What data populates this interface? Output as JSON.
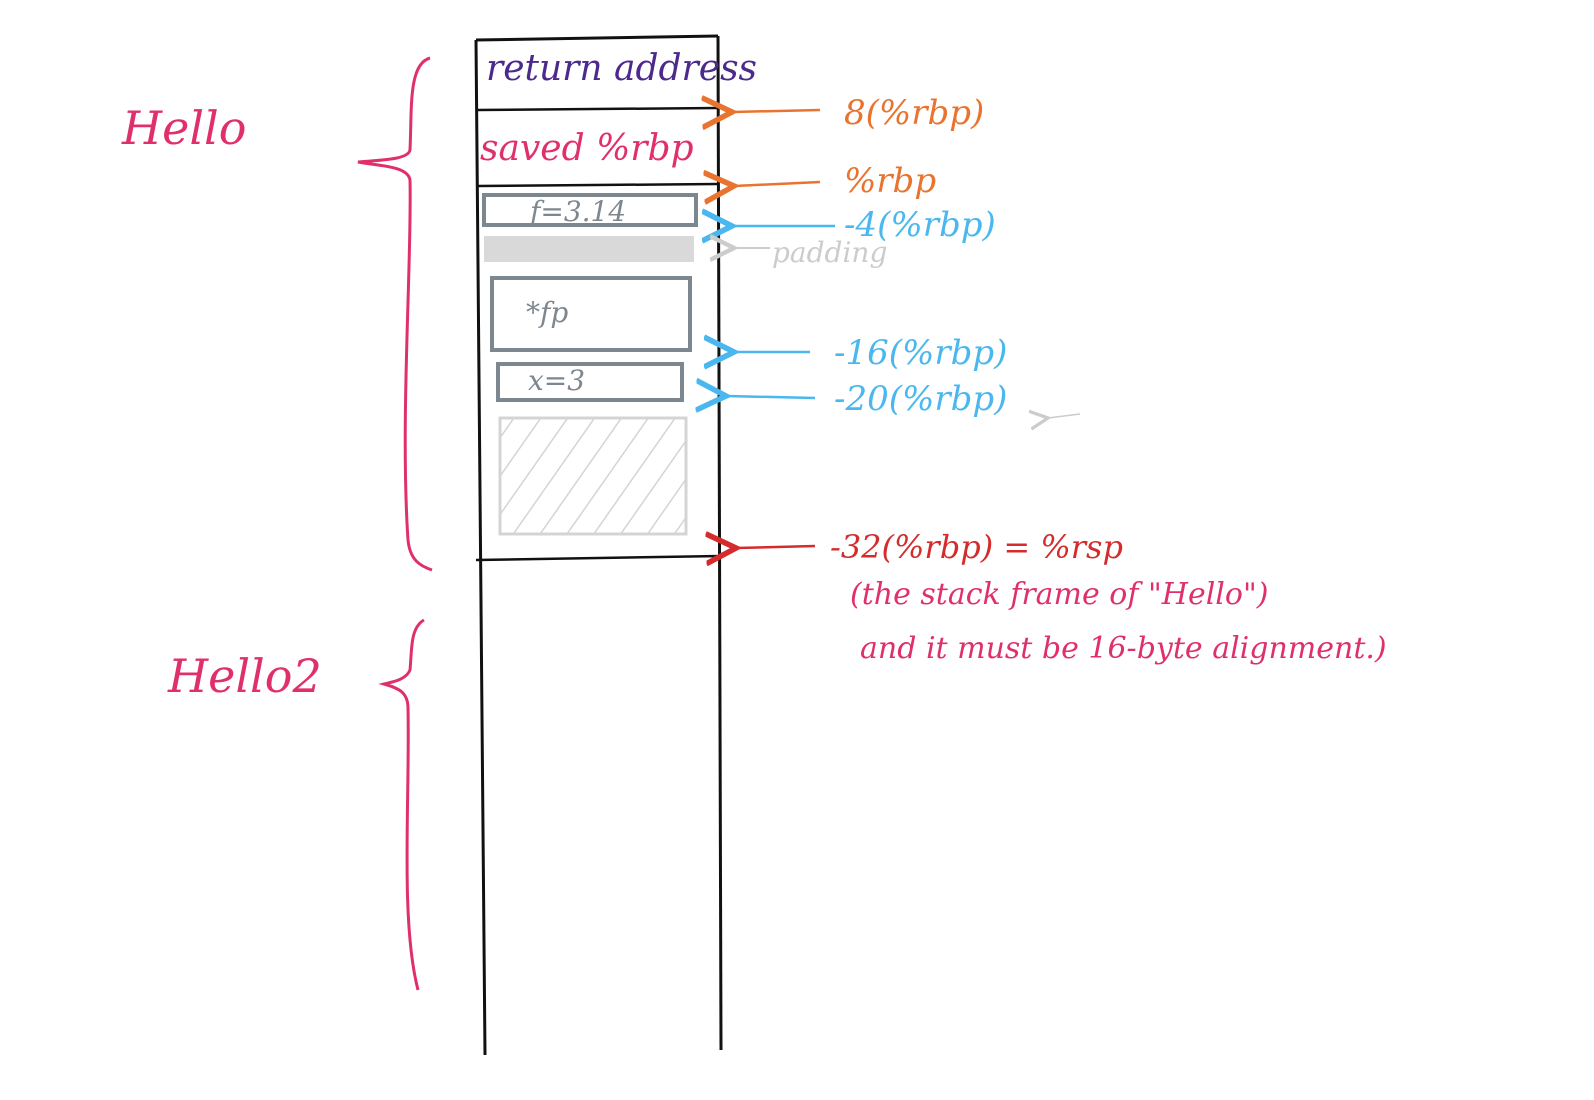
{
  "frames": {
    "hello": "Hello",
    "hello2": "Hello2"
  },
  "cells": {
    "return_address": "return address",
    "saved_rbp": "saved %rbp",
    "f_var": "f=3.14",
    "fp_var": "*fp",
    "x_var": "x=3"
  },
  "annotations": {
    "rbp_plus_8": "8(%rbp)",
    "rbp": "%rbp",
    "rbp_minus_4": "-4(%rbp)",
    "padding": "padding",
    "rbp_minus_16": "-16(%rbp)",
    "rbp_minus_20": "-20(%rbp)",
    "rbp_minus_32": "-32(%rbp) = %rsp",
    "note_line1": "(the stack frame of \"Hello\")",
    "note_line2": "and it must be 16-byte alignment.)"
  },
  "colors": {
    "frame_label": "#e0306a",
    "return_address": "#4b2a8c",
    "orange_arrow": "#e8742f",
    "blue_arrow": "#4ab8ee",
    "red_arrow": "#d42c2c",
    "variable_box": "#7d8790",
    "padding": "#d9d9d9"
  }
}
